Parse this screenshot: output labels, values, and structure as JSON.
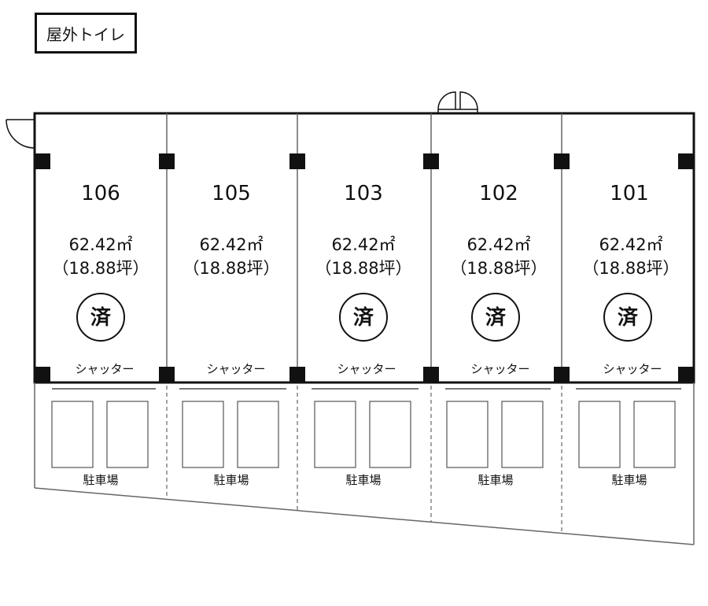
{
  "outdoor_toilet_label": "屋外トイレ",
  "units": [
    {
      "number": "106",
      "area": "62.42㎡",
      "tsubo": "（18.88坪）",
      "sold": "済",
      "shutter": "シャッター",
      "parking": "駐車場"
    },
    {
      "number": "105",
      "area": "62.42㎡",
      "tsubo": "（18.88坪）",
      "sold": "",
      "shutter": "シャッター",
      "parking": "駐車場"
    },
    {
      "number": "103",
      "area": "62.42㎡",
      "tsubo": "（18.88坪）",
      "sold": "済",
      "shutter": "シャッター",
      "parking": "駐車場"
    },
    {
      "number": "102",
      "area": "62.42㎡",
      "tsubo": "（18.88坪）",
      "sold": "済",
      "shutter": "シャッター",
      "parking": "駐車場"
    },
    {
      "number": "101",
      "area": "62.42㎡",
      "tsubo": "（18.88坪）",
      "sold": "済",
      "shutter": "シャッター",
      "parking": "駐車場"
    }
  ]
}
